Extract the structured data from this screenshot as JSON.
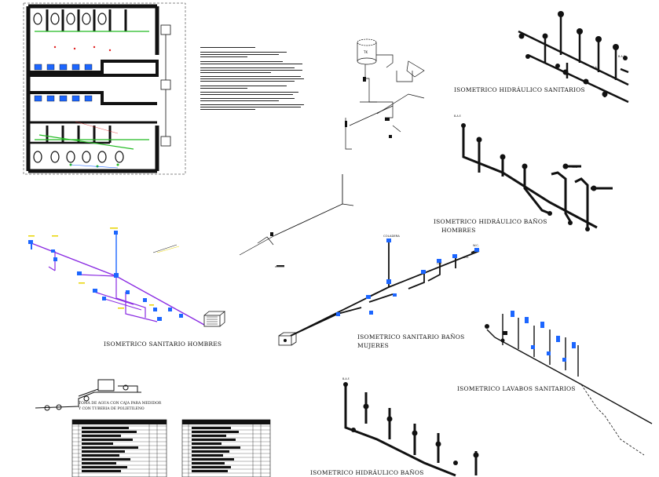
{
  "titles": {
    "hidraulico_sanitarios": "ISOMETRICO HIDRÁULICO SANITARIOS",
    "hidraulico_banos_hombres_1": "ISOMETRICO HIDRÁULICO BAÑOS",
    "hidraulico_banos_hombres_2": "HOMBRES",
    "sanitario_hombres": "ISOMETRICO SANITARIO HOMBRES",
    "sanitario_mujeres_1": "ISOMETRICO SANITARIO BAÑOS",
    "sanitario_mujeres_2": "MUJERES",
    "lavabos_sanitarios": "ISOMETRICO LAVABOS SANITARIOS",
    "hidraulico_banos_bottom": "ISOMETRICO HIDRÁULICO BAÑOS",
    "toma_agua_1": "TOMA DE AGUA CON CAJA PARA MEDIDOR",
    "toma_agua_2": "Y CON TUBERIA DE POLIETILENO"
  },
  "tags": {
    "coladera": "COLADERA",
    "wc": "W.C.",
    "lav": "LAV.",
    "ca": "C.A.",
    "baf": "B.A.F.",
    "tk": "TK"
  },
  "colors": {
    "line": "#111111",
    "water_blue": "#1c66ff",
    "drain_purple": "#8a2be2",
    "fixture_green": "#22bb22",
    "yellow": "#e8d400",
    "wall": "#111111"
  }
}
